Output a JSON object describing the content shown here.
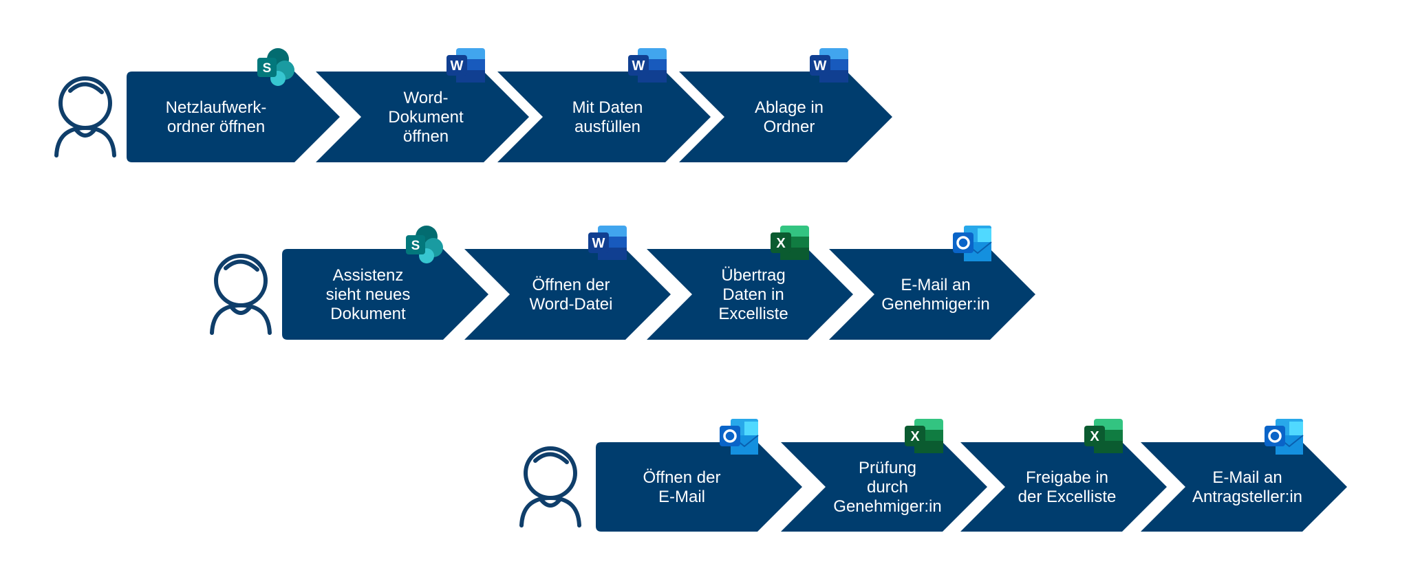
{
  "colors": {
    "chevron": "#003d6e",
    "person": "#0f3e6a",
    "word": "#185abd",
    "excel": "#107c41",
    "sharepoint": "#038387",
    "outlook": "#0a64c8"
  },
  "rows": [
    {
      "person": "person-icon",
      "steps": [
        {
          "lines": [
            "Netzlaufwerk-",
            "ordner öffnen"
          ],
          "icon": "sharepoint-icon"
        },
        {
          "lines": [
            "Word-",
            "Dokument",
            "öffnen"
          ],
          "icon": "word-icon"
        },
        {
          "lines": [
            "Mit Daten",
            "ausfüllen"
          ],
          "icon": "word-icon"
        },
        {
          "lines": [
            "Ablage in",
            "Ordner"
          ],
          "icon": "word-icon"
        }
      ]
    },
    {
      "person": "person-icon",
      "steps": [
        {
          "lines": [
            "Assistenz",
            "sieht neues",
            "Dokument"
          ],
          "icon": "sharepoint-icon"
        },
        {
          "lines": [
            "Öffnen der",
            "Word-Datei"
          ],
          "icon": "word-icon"
        },
        {
          "lines": [
            "Übertrag",
            "Daten in",
            "Excelliste"
          ],
          "icon": "excel-icon"
        },
        {
          "lines": [
            "E-Mail an",
            "Genehmiger:in"
          ],
          "icon": "outlook-icon"
        }
      ]
    },
    {
      "person": "person-icon",
      "steps": [
        {
          "lines": [
            "Öffnen der",
            "E-Mail"
          ],
          "icon": "outlook-icon"
        },
        {
          "lines": [
            "Prüfung",
            "durch",
            "Genehmiger:in"
          ],
          "icon": "excel-icon"
        },
        {
          "lines": [
            "Freigabe in",
            "der Excelliste"
          ],
          "icon": "excel-icon"
        },
        {
          "lines": [
            "E-Mail an",
            "Antragsteller:in"
          ],
          "icon": "outlook-icon"
        }
      ]
    }
  ]
}
